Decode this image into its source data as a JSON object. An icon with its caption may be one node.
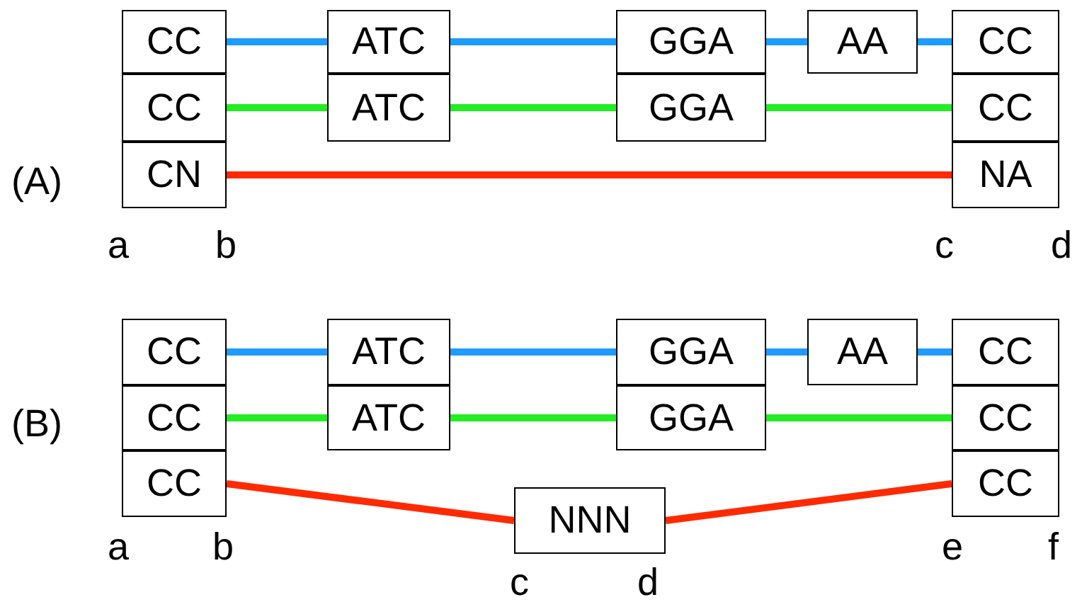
{
  "diagram": {
    "nodes": [
      {
        "text": [
          "CC"
        ]
      },
      {
        "text": [
          "ATC"
        ]
      },
      {
        "text": [
          "GGA"
        ]
      },
      {
        "text": [
          "AA"
        ]
      },
      {
        "text": [
          "CC"
        ]
      },
      {
        "text": [
          "CC"
        ]
      },
      {
        "text": [
          "ATC"
        ]
      },
      {
        "text": [
          "GGA"
        ]
      },
      {
        "text": [
          "CC"
        ]
      },
      {
        "text": [
          "CN"
        ]
      },
      {
        "text": [
          "NA"
        ]
      },
      {
        "text": [
          "CC"
        ]
      },
      {
        "text": [
          "ATC"
        ]
      },
      {
        "text": [
          "GGA"
        ]
      },
      {
        "text": [
          "AA"
        ]
      },
      {
        "text": [
          "CC"
        ]
      },
      {
        "text": [
          "CC"
        ]
      },
      {
        "text": [
          "ATC"
        ]
      },
      {
        "text": [
          "GGA"
        ]
      },
      {
        "text": [
          "CC"
        ]
      },
      {
        "text": [
          "CC"
        ]
      },
      {
        "text": [
          "NNN"
        ]
      },
      {
        "text": [
          "CC"
        ]
      }
    ],
    "edges": [
      {
        "from": 0,
        "to": 1,
        "arrow": "none",
        "color": "#1e9bff"
      },
      {
        "from": 1,
        "to": 2,
        "arrow": "none",
        "color": "#1e9bff"
      },
      {
        "from": 2,
        "to": 3,
        "arrow": "none",
        "color": "#1e9bff"
      },
      {
        "from": 3,
        "to": 4,
        "arrow": "none",
        "color": "#1e9bff"
      },
      {
        "from": 5,
        "to": 6,
        "arrow": "none",
        "color": "#22ee22"
      },
      {
        "from": 6,
        "to": 7,
        "arrow": "none",
        "color": "#22ee22"
      },
      {
        "from": 7,
        "to": 8,
        "arrow": "none",
        "color": "#22ee22"
      },
      {
        "from": 9,
        "to": 10,
        "arrow": "none",
        "color": "#ff2a00"
      },
      {
        "from": 11,
        "to": 12,
        "arrow": "none",
        "color": "#1e9bff"
      },
      {
        "from": 12,
        "to": 13,
        "arrow": "none",
        "color": "#1e9bff"
      },
      {
        "from": 13,
        "to": 14,
        "arrow": "none",
        "color": "#1e9bff"
      },
      {
        "from": 14,
        "to": 15,
        "arrow": "none",
        "color": "#1e9bff"
      },
      {
        "from": 16,
        "to": 17,
        "arrow": "none",
        "color": "#22ee22"
      },
      {
        "from": 17,
        "to": 18,
        "arrow": "none",
        "color": "#22ee22"
      },
      {
        "from": 18,
        "to": 19,
        "arrow": "none",
        "color": "#22ee22"
      },
      {
        "from": 20,
        "to": 21,
        "arrow": "none",
        "color": "#ff2a00"
      },
      {
        "from": 21,
        "to": 22,
        "arrow": "none",
        "color": "#ff2a00"
      }
    ],
    "labels": [
      "(A)",
      "a",
      "b",
      "c",
      "d",
      "(B)",
      "a",
      "b",
      "c",
      "d",
      "e",
      "f"
    ]
  }
}
